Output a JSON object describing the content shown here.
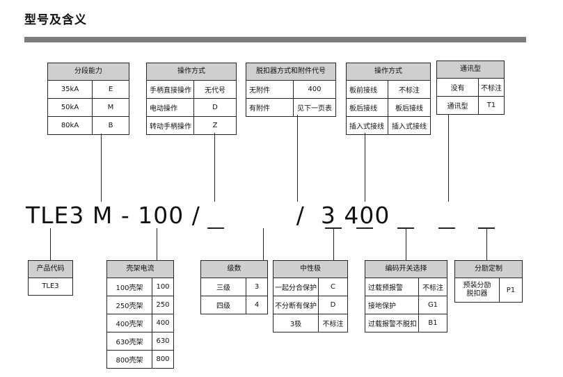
{
  "title": "型号及含义",
  "model": {
    "text": "TLE3 M - 100 /",
    "sep": "/",
    "rest": "3 400"
  },
  "top_tables": [
    {
      "header": "分段能力",
      "rows": [
        [
          "35kA",
          "E"
        ],
        [
          "50kA",
          "M"
        ],
        [
          "80kA",
          "B"
        ]
      ]
    },
    {
      "header": "操作方式",
      "rows": [
        [
          "手柄直接操作",
          "无代号"
        ],
        [
          "电动操作",
          "D"
        ],
        [
          "转动手柄操作",
          "Z"
        ]
      ]
    },
    {
      "header": "脱扣器方式和附件代号",
      "rows": [
        [
          "无附件",
          "400"
        ],
        [
          "有附件",
          "见下一页表"
        ]
      ]
    },
    {
      "header": "操作方式",
      "rows": [
        [
          "板前接线",
          "不标注"
        ],
        [
          "板后接线",
          "板后接线"
        ],
        [
          "插入式接线",
          "插入式接线"
        ]
      ]
    },
    {
      "header": "通讯型",
      "rows": [
        [
          "没有",
          "不标注"
        ],
        [
          "通讯型",
          "T1"
        ]
      ]
    }
  ],
  "bottom_tables": [
    {
      "header": "产品代码",
      "single": "TLE3"
    },
    {
      "header": "壳架电流",
      "rows": [
        [
          "100壳架",
          "100"
        ],
        [
          "250壳架",
          "250"
        ],
        [
          "400壳架",
          "400"
        ],
        [
          "630壳架",
          "630"
        ],
        [
          "800壳架",
          "800"
        ]
      ]
    },
    {
      "header": "级数",
      "rows": [
        [
          "三级",
          "3"
        ],
        [
          "四级",
          "4"
        ]
      ]
    },
    {
      "header": "中性极",
      "rows": [
        [
          "一起分合保护",
          "C"
        ],
        [
          "不分断有保护",
          "D"
        ],
        [
          "3极",
          "不标注"
        ]
      ]
    },
    {
      "header": "编码开关选择",
      "rows": [
        [
          "过载预报警",
          "不标注"
        ],
        [
          "接地保护",
          "G1"
        ],
        [
          "过载报警不脱扣",
          "B1"
        ]
      ]
    },
    {
      "header": "分励定制",
      "rows": [
        [
          "预装分励\n脱扣器",
          "P1"
        ]
      ]
    }
  ]
}
